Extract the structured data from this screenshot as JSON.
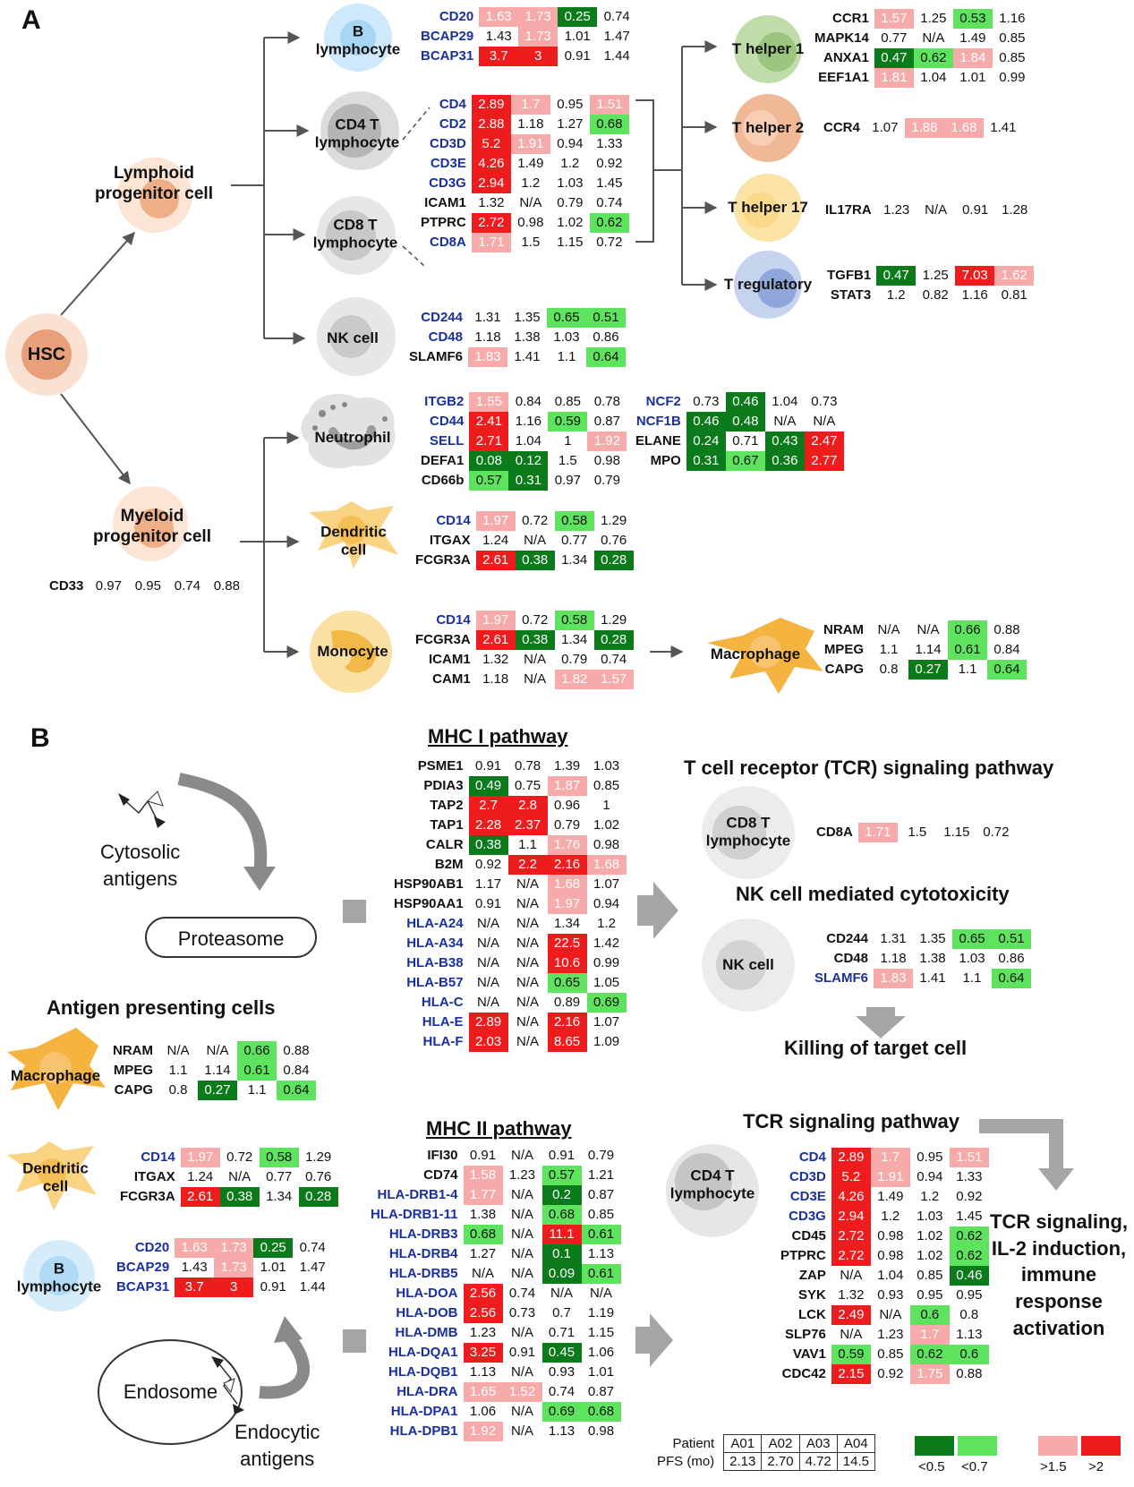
{
  "panel_a": {
    "letter": "A",
    "cells": {
      "hsc": "HSC",
      "lymphoid": "Lymphoid\nprogenitor cell",
      "myeloid": "Myeloid\nprogenitor cell",
      "b": "B\nlymphocyte",
      "cd4": "CD4 T\nlymphocyte",
      "cd8": "CD8 T\nlymphocyte",
      "nk": "NK cell",
      "neutrophil": "Neutrophil",
      "dendritic": "Dendritic\ncell",
      "monocyte": "Monocyte",
      "macrophage": "Macrophage",
      "th1": "T helper 1",
      "th2": "T helper 2",
      "th17": "T helper 17",
      "treg": "T regulatory"
    },
    "tables": {
      "cd33": [
        [
          "CD33",
          "0.97",
          "0.95",
          "0.74",
          "0.88",
          0
        ]
      ],
      "b": [
        [
          "CD20",
          "1.63",
          "1.73",
          "0.25",
          "0.74",
          1
        ],
        [
          "BCAP29",
          "1.43",
          "1.73",
          "1.01",
          "1.47",
          1
        ],
        [
          "BCAP31",
          "3.7",
          "3",
          "0.91",
          "1.44",
          1
        ]
      ],
      "t": [
        [
          "CD4",
          "2.89",
          "1.7",
          "0.95",
          "1.51",
          1
        ],
        [
          "CD2",
          "2.88",
          "1.18",
          "1.27",
          "0.68",
          1
        ],
        [
          "CD3D",
          "5.2",
          "1.91",
          "0.94",
          "1.33",
          1
        ],
        [
          "CD3E",
          "4.26",
          "1.49",
          "1.2",
          "0.92",
          1
        ],
        [
          "CD3G",
          "2.94",
          "1.2",
          "1.03",
          "1.45",
          1
        ],
        [
          "ICAM1",
          "1.32",
          "N/A",
          "0.79",
          "0.74",
          0
        ],
        [
          "PTPRC",
          "2.72",
          "0.98",
          "1.02",
          "0.62",
          0
        ],
        [
          "CD8A",
          "1.71",
          "1.5",
          "1.15",
          "0.72",
          1
        ]
      ],
      "nk": [
        [
          "CD244",
          "1.31",
          "1.35",
          "0.65",
          "0.51",
          1
        ],
        [
          "CD48",
          "1.18",
          "1.38",
          "1.03",
          "0.86",
          1
        ],
        [
          "SLAMF6",
          "1.83",
          "1.41",
          "1.1",
          "0.64",
          0
        ]
      ],
      "neut1": [
        [
          "ITGB2",
          "1.55",
          "0.84",
          "0.85",
          "0.78",
          1
        ],
        [
          "CD44",
          "2.41",
          "1.16",
          "0.59",
          "0.87",
          1
        ],
        [
          "SELL",
          "2.71",
          "1.04",
          "1",
          "1.92",
          1
        ],
        [
          "DEFA1",
          "0.08",
          "0.12",
          "1.5",
          "0.98",
          0
        ],
        [
          "CD66b",
          "0.57",
          "0.31",
          "0.97",
          "0.79",
          0
        ]
      ],
      "neut2": [
        [
          "NCF2",
          "0.73",
          "0.46",
          "1.04",
          "0.73",
          1
        ],
        [
          "NCF1B",
          "0.46",
          "0.48",
          "N/A",
          "N/A",
          1
        ],
        [
          "ELANE",
          "0.24",
          "0.71",
          "0.43",
          "2.47",
          0
        ],
        [
          "MPO",
          "0.31",
          "0.67",
          "0.36",
          "2.77",
          0
        ]
      ],
      "dc": [
        [
          "CD14",
          "1.97",
          "0.72",
          "0.58",
          "1.29",
          1
        ],
        [
          "ITGAX",
          "1.24",
          "N/A",
          "0.77",
          "0.76",
          0
        ],
        [
          "FCGR3A",
          "2.61",
          "0.38",
          "1.34",
          "0.28",
          0
        ]
      ],
      "mono": [
        [
          "CD14",
          "1.97",
          "0.72",
          "0.58",
          "1.29",
          1
        ],
        [
          "FCGR3A",
          "2.61",
          "0.38",
          "1.34",
          "0.28",
          0
        ],
        [
          "ICAM1",
          "1.32",
          "N/A",
          "0.79",
          "0.74",
          0
        ],
        [
          "CAM1",
          "1.18",
          "N/A",
          "1.82",
          "1.57",
          0
        ]
      ],
      "mac": [
        [
          "NRAM",
          "N/A",
          "N/A",
          "0.66",
          "0.88",
          0
        ],
        [
          "MPEG",
          "1.1",
          "1.14",
          "0.61",
          "0.84",
          0
        ],
        [
          "CAPG",
          "0.8",
          "0.27",
          "1.1",
          "0.64",
          0
        ]
      ],
      "th1": [
        [
          "CCR1",
          "1.57",
          "1.25",
          "0.53",
          "1.16",
          0
        ],
        [
          "MAPK14",
          "0.77",
          "N/A",
          "1.49",
          "0.85",
          0
        ],
        [
          "ANXA1",
          "0.47",
          "0.62",
          "1.84",
          "0.85",
          0
        ],
        [
          "EEF1A1",
          "1.81",
          "1.04",
          "1.01",
          "0.99",
          0
        ]
      ],
      "th2": [
        [
          "CCR4",
          "1.07",
          "1.88",
          "1.68",
          "1.41",
          0
        ]
      ],
      "th17": [
        [
          "IL17RA",
          "1.23",
          "N/A",
          "0.91",
          "1.28",
          0
        ]
      ],
      "treg": [
        [
          "TGFB1",
          "0.47",
          "1.25",
          "7.03",
          "1.62",
          0
        ],
        [
          "STAT3",
          "1.2",
          "0.82",
          "1.16",
          "0.81",
          0
        ]
      ]
    }
  },
  "panel_b": {
    "letter": "B",
    "mhc1_title": "MHC I pathway",
    "mhc2_title": "MHC II pathway",
    "tcr_title": "T cell receptor (TCR) signaling pathway",
    "nk_title": "NK cell mediated cytotoxicity",
    "killing": "Killing of target cell",
    "apc_title": "Antigen presenting cells",
    "tcr2_title": "TCR signaling pathway",
    "outcome": "TCR signaling,\nIL-2 induction,\nimmune\nresponse\nactivation",
    "cytosolic": "Cytosolic\nantigens",
    "proteasome": "Proteasome",
    "endosome": "Endosome",
    "endocytic": "Endocytic\nantigens",
    "cells": {
      "cd8": "CD8 T\nlymphocyte",
      "nk": "NK cell",
      "macrophage": "Macrophage",
      "dendritic": "Dendritic\ncell",
      "b": "B\nlymphocyte",
      "cd4": "CD4 T\nlymphocyte"
    },
    "tables": {
      "mhc1": [
        [
          "PSME1",
          "0.91",
          "0.78",
          "1.39",
          "1.03",
          0
        ],
        [
          "PDIA3",
          "0.49",
          "0.75",
          "1.87",
          "0.85",
          0
        ],
        [
          "TAP2",
          "2.7",
          "2.8",
          "0.96",
          "1",
          0
        ],
        [
          "TAP1",
          "2.28",
          "2.37",
          "0.79",
          "1.02",
          0
        ],
        [
          "CALR",
          "0.38",
          "1.1",
          "1.76",
          "0.98",
          0
        ],
        [
          "B2M",
          "0.92",
          "2.2",
          "2.16",
          "1.68",
          0
        ],
        [
          "HSP90AB1",
          "1.17",
          "N/A",
          "1.68",
          "1.07",
          0
        ],
        [
          "HSP90AA1",
          "0.91",
          "N/A",
          "1.97",
          "0.94",
          0
        ],
        [
          "HLA-A24",
          "N/A",
          "N/A",
          "1.34",
          "1.2",
          1
        ],
        [
          "HLA-A34",
          "N/A",
          "N/A",
          "22.5",
          "1.42",
          1
        ],
        [
          "HLA-B38",
          "N/A",
          "N/A",
          "10.6",
          "0.99",
          1
        ],
        [
          "HLA-B57",
          "N/A",
          "N/A",
          "0.65",
          "1.05",
          1
        ],
        [
          "HLA-C",
          "N/A",
          "N/A",
          "0.89",
          "0.69",
          1
        ],
        [
          "HLA-E",
          "2.89",
          "N/A",
          "2.16",
          "1.07",
          1
        ],
        [
          "HLA-F",
          "2.03",
          "N/A",
          "8.65",
          "1.09",
          1
        ]
      ],
      "mhc2": [
        [
          "IFI30",
          "0.91",
          "N/A",
          "0.91",
          "0.79",
          0
        ],
        [
          "CD74",
          "1.58",
          "1.23",
          "0.57",
          "1.21",
          0
        ],
        [
          "HLA-DRB1-4",
          "1.77",
          "N/A",
          "0.2",
          "0.87",
          1
        ],
        [
          "HLA-DRB1-11",
          "1.38",
          "N/A",
          "0.68",
          "0.85",
          1
        ],
        [
          "HLA-DRB3",
          "0.68",
          "N/A",
          "11.1",
          "0.61",
          1
        ],
        [
          "HLA-DRB4",
          "1.27",
          "N/A",
          "0.1",
          "1.13",
          1
        ],
        [
          "HLA-DRB5",
          "N/A",
          "N/A",
          "0.09",
          "0.61",
          1
        ],
        [
          "HLA-DOA",
          "2.56",
          "0.74",
          "N/A",
          "N/A",
          1
        ],
        [
          "HLA-DOB",
          "2.56",
          "0.73",
          "0.7",
          "1.19",
          1
        ],
        [
          "HLA-DMB",
          "1.23",
          "N/A",
          "0.71",
          "1.15",
          1
        ],
        [
          "HLA-DQA1",
          "3.25",
          "0.91",
          "0.45",
          "1.06",
          1
        ],
        [
          "HLA-DQB1",
          "1.13",
          "N/A",
          "0.93",
          "1.01",
          1
        ],
        [
          "HLA-DRA",
          "1.65",
          "1.52",
          "0.74",
          "0.87",
          1
        ],
        [
          "HLA-DPA1",
          "1.06",
          "N/A",
          "0.69",
          "0.68",
          1
        ],
        [
          "HLA-DPB1",
          "1.92",
          "N/A",
          "1.13",
          "0.98",
          1
        ]
      ],
      "cd8a": [
        [
          "CD8A",
          "1.71",
          "1.5",
          "1.15",
          "0.72",
          0
        ]
      ],
      "nk": [
        [
          "CD244",
          "1.31",
          "1.35",
          "0.65",
          "0.51",
          0
        ],
        [
          "CD48",
          "1.18",
          "1.38",
          "1.03",
          "0.86",
          0
        ],
        [
          "SLAMF6",
          "1.83",
          "1.41",
          "1.1",
          "0.64",
          1
        ]
      ],
      "mac": [
        [
          "NRAM",
          "N/A",
          "N/A",
          "0.66",
          "0.88",
          0
        ],
        [
          "MPEG",
          "1.1",
          "1.14",
          "0.61",
          "0.84",
          0
        ],
        [
          "CAPG",
          "0.8",
          "0.27",
          "1.1",
          "0.64",
          0
        ]
      ],
      "dc": [
        [
          "CD14",
          "1.97",
          "0.72",
          "0.58",
          "1.29",
          1
        ],
        [
          "ITGAX",
          "1.24",
          "N/A",
          "0.77",
          "0.76",
          0
        ],
        [
          "FCGR3A",
          "2.61",
          "0.38",
          "1.34",
          "0.28",
          0
        ]
      ],
      "b": [
        [
          "CD20",
          "1.63",
          "1.73",
          "0.25",
          "0.74",
          1
        ],
        [
          "BCAP29",
          "1.43",
          "1.73",
          "1.01",
          "1.47",
          1
        ],
        [
          "BCAP31",
          "3.7",
          "3",
          "0.91",
          "1.44",
          1
        ]
      ],
      "tcr": [
        [
          "CD4",
          "2.89",
          "1.7",
          "0.95",
          "1.51",
          1
        ],
        [
          "CD3D",
          "5.2",
          "1.91",
          "0.94",
          "1.33",
          1
        ],
        [
          "CD3E",
          "4.26",
          "1.49",
          "1.2",
          "0.92",
          1
        ],
        [
          "CD3G",
          "2.94",
          "1.2",
          "1.03",
          "1.45",
          1
        ],
        [
          "CD45",
          "2.72",
          "0.98",
          "1.02",
          "0.62",
          0
        ],
        [
          "PTPRC",
          "2.72",
          "0.98",
          "1.02",
          "0.62",
          0
        ],
        [
          "ZAP",
          "N/A",
          "1.04",
          "0.85",
          "0.46",
          0
        ],
        [
          "SYK",
          "1.32",
          "0.93",
          "0.95",
          "0.95",
          0
        ],
        [
          "LCK",
          "2.49",
          "N/A",
          "0.6",
          "0.8",
          0
        ],
        [
          "SLP76",
          "N/A",
          "1.23",
          "1.7",
          "1.13",
          0
        ],
        [
          "VAV1",
          "0.59",
          "0.85",
          "0.62",
          "0.6",
          0
        ],
        [
          "CDC42",
          "2.15",
          "0.92",
          "1.75",
          "0.88",
          0
        ]
      ]
    }
  },
  "legend": {
    "patient_label": "Patient",
    "pfs_label": "PFS (mo)",
    "patients": [
      "A01",
      "A02",
      "A03",
      "A04"
    ],
    "pfs": [
      "2.13",
      "2.70",
      "4.72",
      "14.5"
    ],
    "swatches": [
      {
        "label": "<0.5",
        "color": "#0a7a1a"
      },
      {
        "label": "<0.7",
        "color": "#5ee35e"
      },
      {
        "label": ">1.5",
        "color": "#f7aaaa"
      },
      {
        "label": ">2",
        "color": "#ee1c1c"
      }
    ]
  }
}
